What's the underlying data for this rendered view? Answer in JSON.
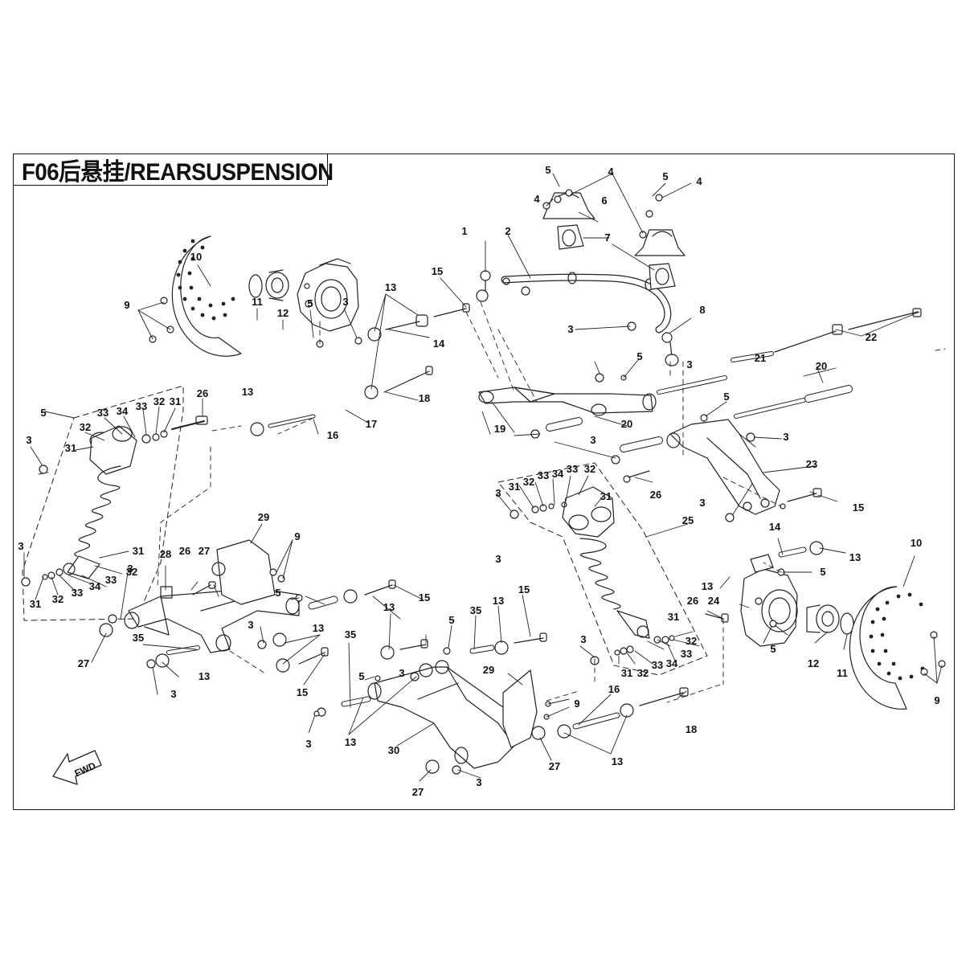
{
  "title": "F06后悬挂/REARSUSPENSION",
  "fwd_label": "FWD",
  "callouts": [
    {
      "id": "c1",
      "text": "1"
    },
    {
      "id": "c2",
      "text": "2"
    },
    {
      "id": "c3a",
      "text": "3"
    },
    {
      "id": "c3b",
      "text": "3"
    },
    {
      "id": "c3c",
      "text": "3"
    },
    {
      "id": "c3d",
      "text": "3"
    },
    {
      "id": "c3e",
      "text": "3"
    },
    {
      "id": "c3f",
      "text": "3"
    },
    {
      "id": "c3g",
      "text": "3"
    },
    {
      "id": "c3h",
      "text": "3"
    },
    {
      "id": "c3i",
      "text": "3"
    },
    {
      "id": "c3j",
      "text": "3"
    },
    {
      "id": "c3k",
      "text": "3"
    },
    {
      "id": "c3l",
      "text": "3"
    },
    {
      "id": "c3m",
      "text": "3"
    },
    {
      "id": "c3n",
      "text": "3"
    },
    {
      "id": "c3o",
      "text": "3"
    },
    {
      "id": "c3p",
      "text": "3"
    },
    {
      "id": "c3q",
      "text": "3"
    },
    {
      "id": "c4a",
      "text": "4"
    },
    {
      "id": "c4b",
      "text": "4"
    },
    {
      "id": "c4c",
      "text": "4"
    },
    {
      "id": "c5a",
      "text": "5"
    },
    {
      "id": "c5b",
      "text": "5"
    },
    {
      "id": "c5c",
      "text": "5"
    },
    {
      "id": "c5d",
      "text": "5"
    },
    {
      "id": "c5e",
      "text": "5"
    },
    {
      "id": "c5f",
      "text": "5"
    },
    {
      "id": "c5g",
      "text": "5"
    },
    {
      "id": "c5h",
      "text": "5"
    },
    {
      "id": "c5i",
      "text": "5"
    },
    {
      "id": "c5j",
      "text": "5"
    },
    {
      "id": "c5k",
      "text": "5"
    },
    {
      "id": "c5l",
      "text": "5"
    },
    {
      "id": "c6",
      "text": "6"
    },
    {
      "id": "c7",
      "text": "7"
    },
    {
      "id": "c8",
      "text": "8"
    },
    {
      "id": "c9a",
      "text": "9"
    },
    {
      "id": "c9b",
      "text": "9"
    },
    {
      "id": "c9c",
      "text": "9"
    },
    {
      "id": "c9d",
      "text": "9"
    },
    {
      "id": "c10a",
      "text": "10"
    },
    {
      "id": "c10b",
      "text": "10"
    },
    {
      "id": "c11a",
      "text": "11"
    },
    {
      "id": "c11b",
      "text": "11"
    },
    {
      "id": "c12a",
      "text": "12"
    },
    {
      "id": "c12b",
      "text": "12"
    },
    {
      "id": "c13a",
      "text": "13"
    },
    {
      "id": "c13b",
      "text": "13"
    },
    {
      "id": "c13c",
      "text": "13"
    },
    {
      "id": "c13d",
      "text": "13"
    },
    {
      "id": "c13e",
      "text": "13"
    },
    {
      "id": "c13f",
      "text": "13"
    },
    {
      "id": "c13g",
      "text": "13"
    },
    {
      "id": "c13h",
      "text": "13"
    },
    {
      "id": "c13i",
      "text": "13"
    },
    {
      "id": "c13j",
      "text": "13"
    },
    {
      "id": "c13k",
      "text": "13"
    },
    {
      "id": "c14a",
      "text": "14"
    },
    {
      "id": "c14b",
      "text": "14"
    },
    {
      "id": "c15a",
      "text": "15"
    },
    {
      "id": "c15b",
      "text": "15"
    },
    {
      "id": "c15c",
      "text": "15"
    },
    {
      "id": "c15d",
      "text": "15"
    },
    {
      "id": "c15e",
      "text": "15"
    },
    {
      "id": "c16a",
      "text": "16"
    },
    {
      "id": "c16b",
      "text": "16"
    },
    {
      "id": "c17",
      "text": "17"
    },
    {
      "id": "c18a",
      "text": "18"
    },
    {
      "id": "c18b",
      "text": "18"
    },
    {
      "id": "c19",
      "text": "19"
    },
    {
      "id": "c20a",
      "text": "20"
    },
    {
      "id": "c20b",
      "text": "20"
    },
    {
      "id": "c21",
      "text": "21"
    },
    {
      "id": "c22",
      "text": "22"
    },
    {
      "id": "c23",
      "text": "23"
    },
    {
      "id": "c24",
      "text": "24"
    },
    {
      "id": "c25",
      "text": "25"
    },
    {
      "id": "c26a",
      "text": "26"
    },
    {
      "id": "c26b",
      "text": "26"
    },
    {
      "id": "c26c",
      "text": "26"
    },
    {
      "id": "c26d",
      "text": "26"
    },
    {
      "id": "c27a",
      "text": "27"
    },
    {
      "id": "c27b",
      "text": "27"
    },
    {
      "id": "c27c",
      "text": "27"
    },
    {
      "id": "c27d",
      "text": "27"
    },
    {
      "id": "c28",
      "text": "28"
    },
    {
      "id": "c29a",
      "text": "29"
    },
    {
      "id": "c29b",
      "text": "29"
    },
    {
      "id": "c30",
      "text": "30"
    },
    {
      "id": "c31a",
      "text": "31"
    },
    {
      "id": "c31b",
      "text": "31"
    },
    {
      "id": "c31c",
      "text": "31"
    },
    {
      "id": "c31d",
      "text": "31"
    },
    {
      "id": "c31e",
      "text": "31"
    },
    {
      "id": "c31f",
      "text": "31"
    },
    {
      "id": "c31g",
      "text": "31"
    },
    {
      "id": "c31h",
      "text": "31"
    },
    {
      "id": "c32a",
      "text": "32"
    },
    {
      "id": "c32b",
      "text": "32"
    },
    {
      "id": "c32c",
      "text": "32"
    },
    {
      "id": "c32d",
      "text": "32"
    },
    {
      "id": "c32e",
      "text": "32"
    },
    {
      "id": "c32f",
      "text": "32"
    },
    {
      "id": "c32g",
      "text": "32"
    },
    {
      "id": "c32h",
      "text": "32"
    },
    {
      "id": "c33a",
      "text": "33"
    },
    {
      "id": "c33b",
      "text": "33"
    },
    {
      "id": "c33c",
      "text": "33"
    },
    {
      "id": "c33d",
      "text": "33"
    },
    {
      "id": "c33e",
      "text": "33"
    },
    {
      "id": "c33f",
      "text": "33"
    },
    {
      "id": "c33g",
      "text": "33"
    },
    {
      "id": "c33h",
      "text": "33"
    },
    {
      "id": "c34a",
      "text": "34"
    },
    {
      "id": "c34b",
      "text": "34"
    },
    {
      "id": "c34c",
      "text": "34"
    },
    {
      "id": "c34d",
      "text": "34"
    },
    {
      "id": "c35a",
      "text": "35"
    },
    {
      "id": "c35b",
      "text": "35"
    },
    {
      "id": "c35c",
      "text": "35"
    }
  ]
}
